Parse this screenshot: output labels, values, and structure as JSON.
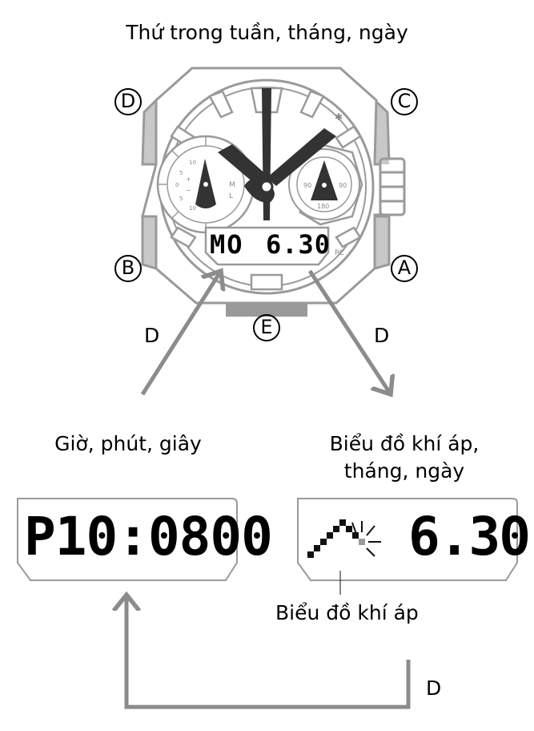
{
  "title": "Thứ trong tuần, tháng, ngày",
  "buttons": {
    "a": "A",
    "b": "B",
    "c": "C",
    "d": "D",
    "e": "E"
  },
  "watch_display": {
    "day": "MO",
    "date": "6.30"
  },
  "watch_marks": {
    "rc": "RC",
    "m": "M",
    "l": "L",
    "dial_90_left": "90",
    "dial_90_right": "90",
    "dial_180": "180",
    "dial_10_top": "10",
    "dial_10_bottom": "10",
    "dial_0": "0",
    "dial_5_top": "5",
    "dial_5_bottom": "5",
    "plus": "+",
    "minus": "−"
  },
  "arrow_labels": {
    "left": "D",
    "right": "D",
    "bottom": "D"
  },
  "screens": {
    "time": {
      "caption": "Giờ, phút, giây",
      "display": "P10:0800"
    },
    "barometer": {
      "caption_line1": "Biểu đồ khí áp,",
      "caption_line2": "tháng, ngày",
      "date": "6.30",
      "graph_label": "Biểu đồ khí áp"
    }
  }
}
